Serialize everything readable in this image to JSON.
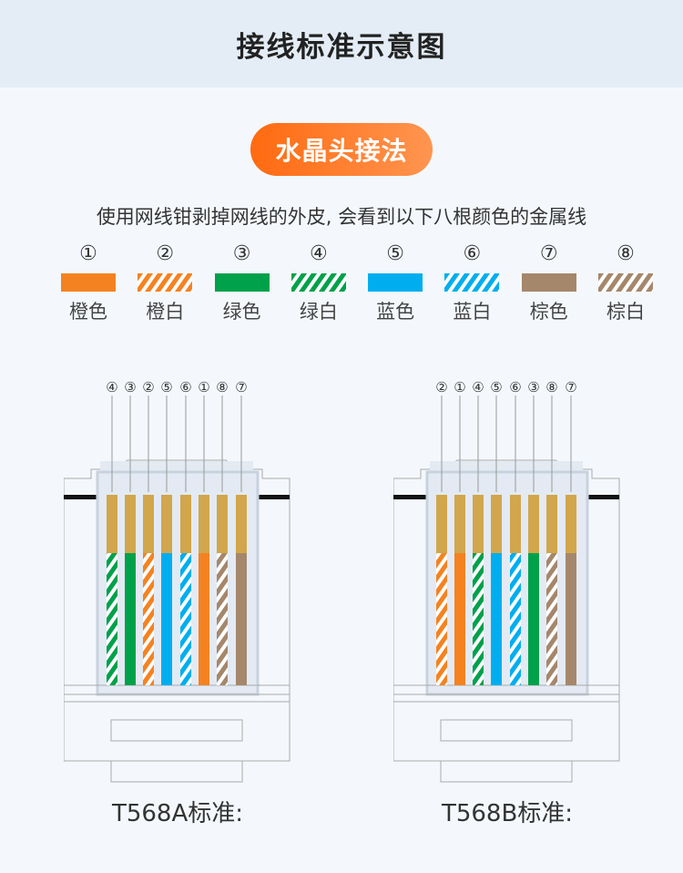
{
  "header": {
    "title": "接线标准示意图"
  },
  "section": {
    "title": "水晶头接法",
    "description": "使用网线钳剥掉网线的外皮, 会看到以下八根颜色的金属线"
  },
  "colors": {
    "orange": "#f58220",
    "green": "#00a14b",
    "blue": "#00aeef",
    "brown": "#a5876b",
    "gold": "#d1a64c",
    "accent": "#ff6a10"
  },
  "wires": [
    {
      "num": "①",
      "label": "橙色",
      "color": "orange",
      "striped": false
    },
    {
      "num": "②",
      "label": "橙白",
      "color": "orange",
      "striped": true
    },
    {
      "num": "③",
      "label": "绿色",
      "color": "green",
      "striped": false
    },
    {
      "num": "④",
      "label": "绿白",
      "color": "green",
      "striped": true
    },
    {
      "num": "⑤",
      "label": "蓝色",
      "color": "blue",
      "striped": false
    },
    {
      "num": "⑥",
      "label": "蓝白",
      "color": "blue",
      "striped": true
    },
    {
      "num": "⑦",
      "label": "棕色",
      "color": "brown",
      "striped": false
    },
    {
      "num": "⑧",
      "label": "棕白",
      "color": "brown",
      "striped": true
    }
  ],
  "connectors": [
    {
      "label": "T568A标准:",
      "order": [
        4,
        3,
        2,
        5,
        6,
        1,
        8,
        7
      ]
    },
    {
      "label": "T568B标准:",
      "order": [
        2,
        1,
        4,
        5,
        6,
        3,
        8,
        7
      ]
    }
  ]
}
